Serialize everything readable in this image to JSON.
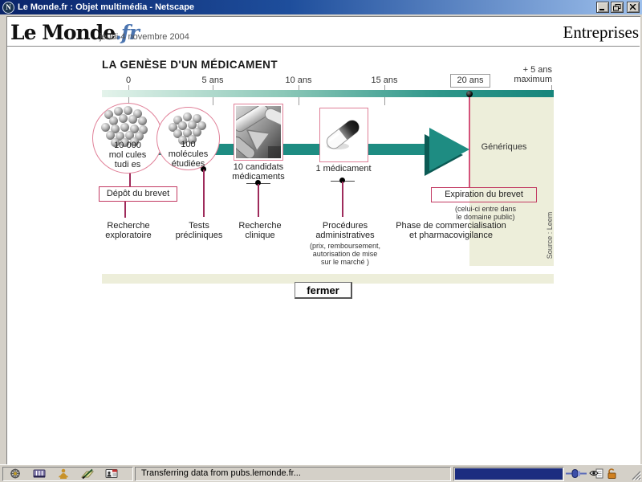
{
  "window": {
    "title": "Le Monde.fr : Objet multimédia - Netscape"
  },
  "header": {
    "logo": "Le Monde",
    "logo_suffix": ".fr",
    "date": "jeudi 4 novembre 2004",
    "section": "Entreprises"
  },
  "infographic": {
    "title": "LA GENÈSE D'UN MÉDICAMENT",
    "timeline": {
      "t0": "0",
      "t5": "5 ans",
      "t10": "10 ans",
      "t15": "15 ans",
      "t20": "20 ans",
      "tmax1": "+ 5 ans",
      "tmax2": "maximum"
    },
    "stages": {
      "s1l1": "10 000",
      "s1l2": "mol cules",
      "s1l3": "tudi es",
      "s2l1": "100",
      "s2l2": "molécules",
      "s2l3": "étudiées",
      "s3l1": "10 candidats",
      "s3l2": "médicaments",
      "s4": "1 médicament"
    },
    "depot": "Dépôt du brevet",
    "expiration": "Expiration du brevet",
    "exp_note1": "(celui-ci entre dans",
    "exp_note2": "le domaine public)",
    "phases": {
      "p1l1": "Recherche",
      "p1l2": "exploratoire",
      "p2l1": "Tests",
      "p2l2": "précliniques",
      "p3l1": "Recherche",
      "p3l2": "clinique",
      "p4l1": "Procédures",
      "p4l2": "administratives",
      "p4n1": "(prix, remboursement,",
      "p4n2": "autorisation de mise",
      "p4n3": "sur le marché )",
      "p5l1": "Phase de commercialisation",
      "p5l2": "et pharmacovigilance"
    },
    "generiques": "Génériques",
    "source": "Source : Leem",
    "close_button": "fermer"
  },
  "statusbar": {
    "text": "Transferring data from pubs.lemonde.fr..."
  },
  "colors": {
    "teal": "#1E8C82",
    "teal_dark": "#0B5A54",
    "pink_line": "#D4537A",
    "crimson": "#C23A62",
    "zone_yellow": "#EDEEDA",
    "titlebar_start": "#0A246A",
    "titlebar_end": "#9EC0EC",
    "progress_fill": "#1C2D80"
  }
}
